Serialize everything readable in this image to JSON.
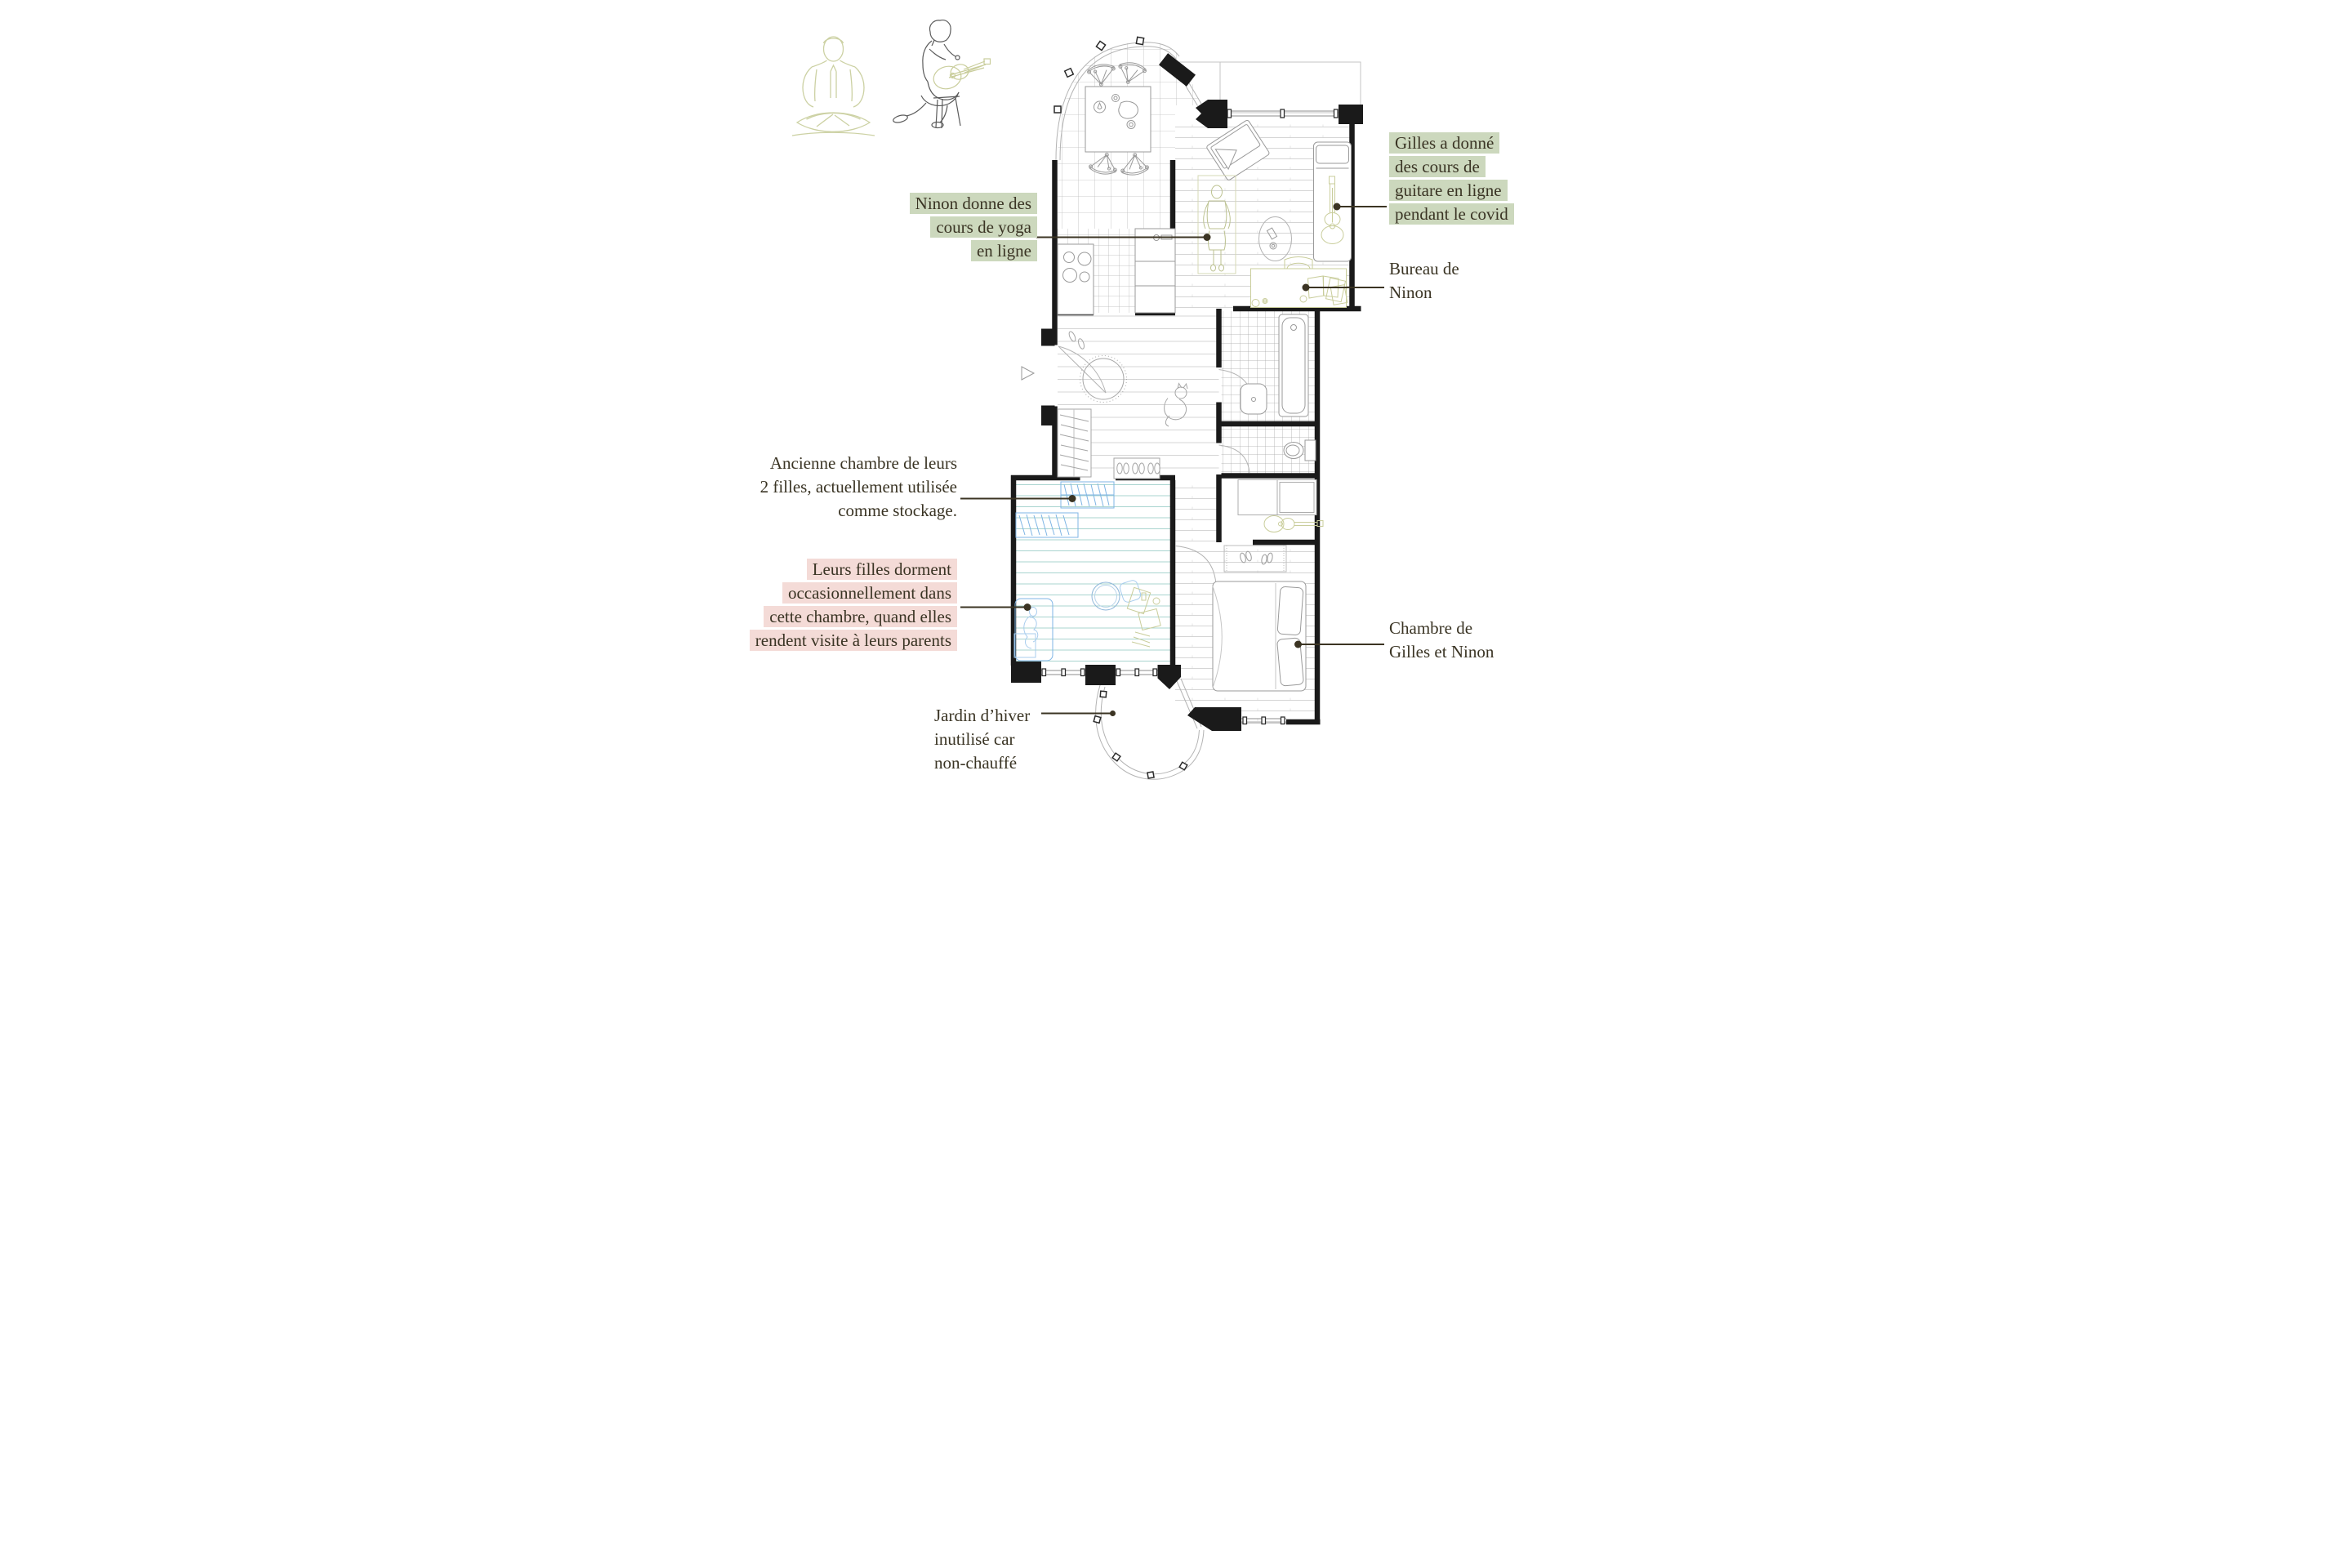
{
  "palette": {
    "highlight_green": "#ccd8bd",
    "highlight_pink": "#f4dbd7",
    "ink": "#3a3424",
    "wall_black": "#1a1a1a",
    "sketch_olive": "#c9cd9b",
    "furniture_blue": "#7fb5e5",
    "floor_teal": "#a9d4cf",
    "thin_line_gray": "#9a9a9a"
  },
  "figures": [
    {
      "name": "yoga-figure",
      "style": "olive outline sketch"
    },
    {
      "name": "guitar-player-figure",
      "style": "gray outline sketch with olive guitar"
    }
  ],
  "annotations": [
    {
      "id": "ninon-yoga",
      "align": "right",
      "highlight": "green",
      "lines": [
        "Ninon donne des",
        "cours de yoga",
        "en ligne"
      ]
    },
    {
      "id": "gilles-guitare",
      "align": "left",
      "highlight": "green",
      "lines": [
        "Gilles a donné",
        "des cours de",
        "guitare en ligne",
        "pendant le covid"
      ]
    },
    {
      "id": "bureau-ninon",
      "align": "left",
      "highlight": "none",
      "lines": [
        "Bureau de",
        "Ninon"
      ]
    },
    {
      "id": "ancienne-chambre",
      "align": "right",
      "highlight": "none",
      "lines": [
        "Ancienne chambre de leurs",
        "2 filles, actuellement utilisée",
        "comme stockage."
      ]
    },
    {
      "id": "leurs-filles",
      "align": "right",
      "highlight": "pink",
      "lines": [
        "Leurs filles dorment",
        "occasionnellement dans",
        "cette chambre, quand elles",
        "rendent visite à leurs parents"
      ]
    },
    {
      "id": "chambre-parents",
      "align": "left",
      "highlight": "none",
      "lines": [
        "Chambre de",
        "Gilles et Ninon"
      ]
    },
    {
      "id": "jardin-hiver",
      "align": "left",
      "highlight": "none",
      "lines": [
        "Jardin d’hiver",
        "inutilisé car",
        "non-chauffé"
      ]
    }
  ]
}
